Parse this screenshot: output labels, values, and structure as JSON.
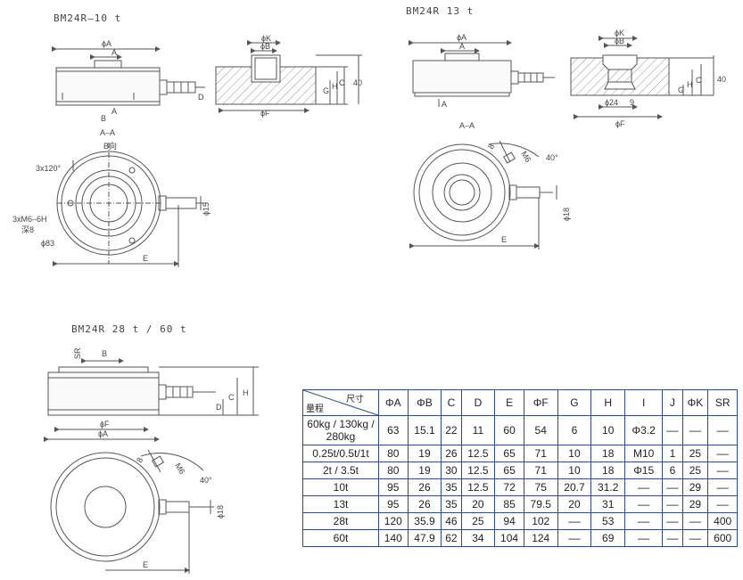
{
  "titles": {
    "bm24r_10t": "BM24R–10 t",
    "bm24r_13t": "BM24R  13 t",
    "bm24r_28_60t": "BM24R  28 t / 60 t"
  },
  "labels": {
    "phiA": "ϕA",
    "phiB": "ϕB",
    "phiK": "ϕK",
    "phiF": "ϕF",
    "A": "A",
    "B": "B",
    "D": "D",
    "G": "G",
    "H": "H",
    "C": "C",
    "E": "E",
    "forty": "40",
    "section": "A–A",
    "bdir": "B向",
    "holes3x120": "3x120°",
    "m6": "3xM6–6H",
    "depth": "深8",
    "phi83": "ϕ83",
    "phi15": "ϕ15",
    "phi18": "ϕ18",
    "phi24": "ϕ24",
    "nine": "9",
    "eight": "8",
    "M6": "M6",
    "angle40": "40°",
    "SR": "SR"
  },
  "table": {
    "corner_top": "尺寸",
    "corner_bottom": "量程",
    "headers": [
      "ΦA",
      "ΦB",
      "C",
      "D",
      "E",
      "ΦF",
      "G",
      "H",
      "I",
      "J",
      "ΦK",
      "SR"
    ],
    "rows": [
      {
        "range": "60kg / 130kg / 280kg",
        "cells": [
          "63",
          "15.1",
          "22",
          "11",
          "60",
          "54",
          "6",
          "10",
          "Φ3.2",
          "––",
          "––",
          "––"
        ]
      },
      {
        "range": "0.25t/0.5t/1t",
        "cells": [
          "80",
          "19",
          "26",
          "12.5",
          "65",
          "71",
          "10",
          "18",
          "M10",
          "1",
          "25",
          "––"
        ]
      },
      {
        "range": "2t / 3.5t",
        "cells": [
          "80",
          "19",
          "30",
          "12.5",
          "65",
          "71",
          "10",
          "18",
          "Φ15",
          "6",
          "25",
          "––"
        ]
      },
      {
        "range": "10t",
        "cells": [
          "95",
          "26",
          "35",
          "12.5",
          "72",
          "75",
          "20.7",
          "31.2",
          "––",
          "––",
          "29",
          "––"
        ]
      },
      {
        "range": "13t",
        "cells": [
          "95",
          "26",
          "35",
          "20",
          "85",
          "79.5",
          "20",
          "31",
          "––",
          "––",
          "29",
          "––"
        ]
      },
      {
        "range": "28t",
        "cells": [
          "120",
          "35.9",
          "46",
          "25",
          "94",
          "102",
          "––",
          "53",
          "––",
          "––",
          "––",
          "400"
        ]
      },
      {
        "range": "60t",
        "cells": [
          "140",
          "47.9",
          "62",
          "34",
          "104",
          "124",
          "––",
          "69",
          "––",
          "––",
          "––",
          "600"
        ]
      }
    ]
  }
}
